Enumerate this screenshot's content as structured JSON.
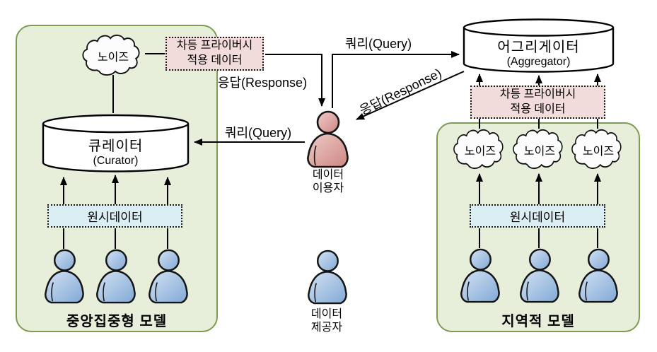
{
  "regions": {
    "centralized": {
      "title": "중앙집중형 모델"
    },
    "local": {
      "title": "지역적 모델"
    }
  },
  "nodes": {
    "noise_label": "노이즈",
    "curator": {
      "name": "큐레이터",
      "subtitle": "(Curator)"
    },
    "aggregator": {
      "name": "어그리게이터",
      "subtitle": "(Aggregator)"
    },
    "dp_data": {
      "line1": "차등 프라이버시",
      "line2": "적용 데이터"
    },
    "raw_data": "원시데이터",
    "data_user": {
      "line1": "데이터",
      "line2": "이용자"
    },
    "data_provider": {
      "line1": "데이터",
      "line2": "제공자"
    }
  },
  "edges": {
    "query_label": "쿼리(Query)",
    "response_label": "응답(Response)"
  },
  "colors": {
    "region_fill": "#e7efda",
    "region_border": "#7d9b52",
    "dp_box_fill": "#f2dcdb",
    "raw_box_fill": "#dbeef4",
    "person_blue": "#8fb4dc",
    "person_red": "#d89591",
    "line": "#000000"
  }
}
